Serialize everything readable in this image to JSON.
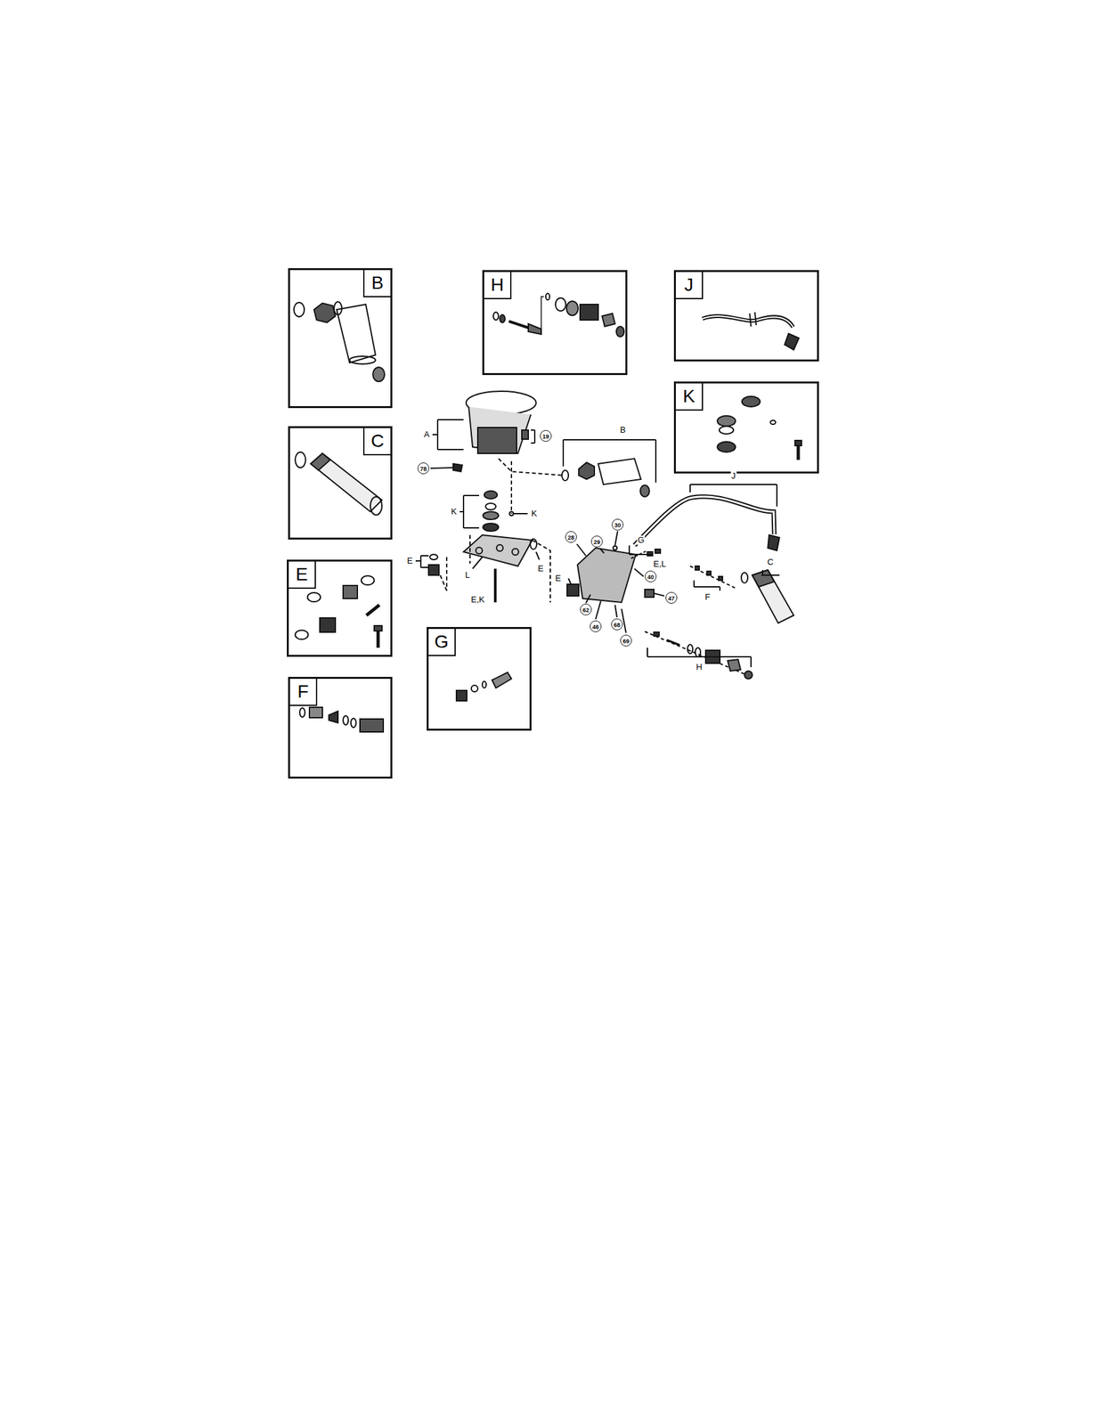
{
  "diagram": {
    "nodes": [
      {
        "text": [
          "B"
        ]
      },
      {
        "text": [
          "H"
        ]
      },
      {
        "text": [
          "J"
        ]
      },
      {
        "text": [
          "C"
        ]
      },
      {
        "text": [
          "K"
        ]
      },
      {
        "text": [
          "E"
        ]
      },
      {
        "text": [
          "G"
        ]
      },
      {
        "text": [
          "F"
        ]
      }
    ],
    "labels": [
      "A",
      "19",
      "78",
      "B",
      "K",
      "K",
      "E",
      "E",
      "L",
      "E,K",
      "J",
      "G",
      "E,L",
      "30",
      "29",
      "28",
      "E",
      "40",
      "F",
      "C",
      "62",
      "47",
      "46",
      "68",
      "69",
      "H"
    ]
  }
}
